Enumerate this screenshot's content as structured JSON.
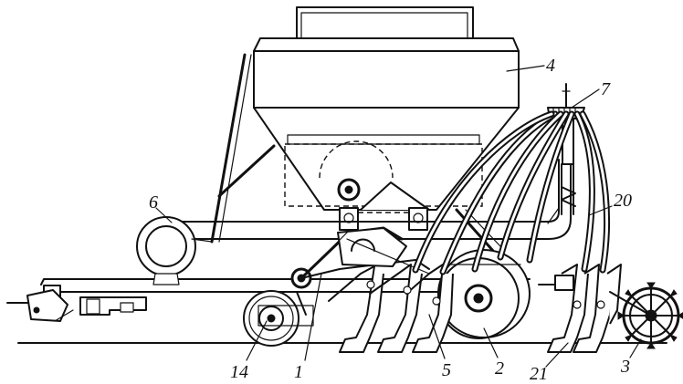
{
  "figure": {
    "labels": [
      {
        "id": "4",
        "text": "4"
      },
      {
        "id": "7",
        "text": "7"
      },
      {
        "id": "6",
        "text": "6"
      },
      {
        "id": "20",
        "text": "20"
      },
      {
        "id": "14",
        "text": "14"
      },
      {
        "id": "1",
        "text": "1"
      },
      {
        "id": "5",
        "text": "5"
      },
      {
        "id": "2",
        "text": "2"
      },
      {
        "id": "21",
        "text": "21"
      },
      {
        "id": "3",
        "text": "3"
      }
    ]
  }
}
